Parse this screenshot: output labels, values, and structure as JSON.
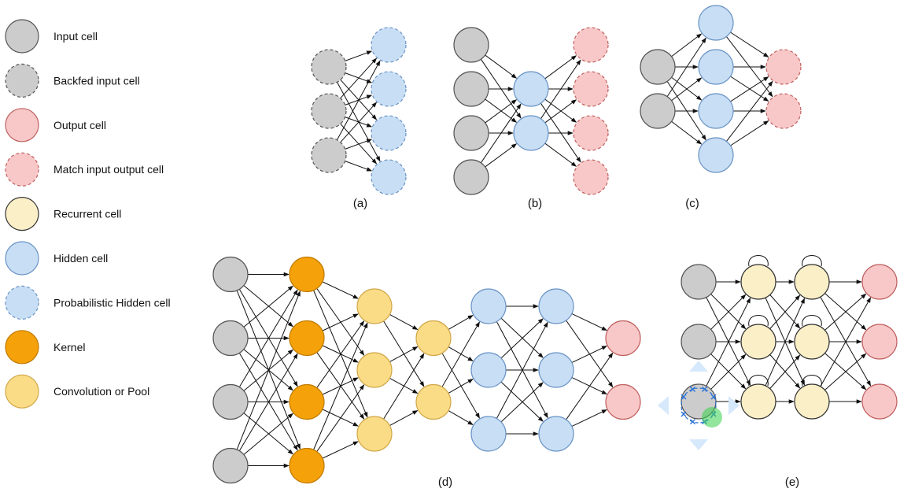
{
  "node_types": {
    "input": {
      "fill": "#cccccc",
      "stroke": "#555555",
      "dashed": false
    },
    "backfed_input": {
      "fill": "#cccccc",
      "stroke": "#555555",
      "dashed": true
    },
    "output": {
      "fill": "#f8c8c8",
      "stroke": "#c06060",
      "dashed": false
    },
    "match_output": {
      "fill": "#f8c8c8",
      "stroke": "#c06060",
      "dashed": true
    },
    "recurrent": {
      "fill": "#fbefc8",
      "stroke": "#333333",
      "dashed": false
    },
    "hidden": {
      "fill": "#c8def5",
      "stroke": "#6a94c4",
      "dashed": false
    },
    "prob_hidden": {
      "fill": "#c8def5",
      "stroke": "#6a94c4",
      "dashed": true
    },
    "kernel": {
      "fill": "#f5a20a",
      "stroke": "#c07a00",
      "dashed": false
    },
    "conv_pool": {
      "fill": "#fbdc86",
      "stroke": "#d0a84a",
      "dashed": false
    }
  },
  "legend": [
    {
      "key": "input",
      "label": "Input cell"
    },
    {
      "key": "backfed_input",
      "label": "Backfed input cell"
    },
    {
      "key": "output",
      "label": "Output cell"
    },
    {
      "key": "match_output",
      "label": "Match input output cell"
    },
    {
      "key": "recurrent",
      "label": "Recurrent cell"
    },
    {
      "key": "hidden",
      "label": "Hidden cell"
    },
    {
      "key": "prob_hidden",
      "label": "Probabilistic Hidden cell"
    },
    {
      "key": "kernel",
      "label": "Kernel"
    },
    {
      "key": "conv_pool",
      "label": "Convolution or Pool"
    }
  ],
  "panels": [
    {
      "id": "a",
      "label": "(a)",
      "layers": [
        {
          "type": "backfed_input",
          "count": 3
        },
        {
          "type": "prob_hidden",
          "count": 4
        }
      ],
      "self_loops": false
    },
    {
      "id": "b",
      "label": "(b)",
      "layers": [
        {
          "type": "input",
          "count": 4
        },
        {
          "type": "hidden",
          "count": 2
        },
        {
          "type": "match_output",
          "count": 4
        }
      ],
      "self_loops": false
    },
    {
      "id": "c",
      "label": "(c)",
      "layers": [
        {
          "type": "input",
          "count": 2
        },
        {
          "type": "hidden",
          "count": 4
        },
        {
          "type": "match_output",
          "count": 2
        }
      ],
      "self_loops": false
    },
    {
      "id": "d",
      "label": "(d)",
      "layers": [
        {
          "type": "input",
          "count": 4
        },
        {
          "type": "kernel",
          "count": 4
        },
        {
          "type": "conv_pool",
          "count": 3
        },
        {
          "type": "conv_pool",
          "count": 2
        },
        {
          "type": "hidden",
          "count": 3
        },
        {
          "type": "hidden",
          "count": 3
        },
        {
          "type": "output",
          "count": 2
        }
      ],
      "self_loops": false
    },
    {
      "id": "e",
      "label": "(e)",
      "layers": [
        {
          "type": "input",
          "count": 3
        },
        {
          "type": "recurrent",
          "count": 3
        },
        {
          "type": "recurrent",
          "count": 3
        },
        {
          "type": "output",
          "count": 3
        }
      ],
      "self_loops": true
    }
  ]
}
